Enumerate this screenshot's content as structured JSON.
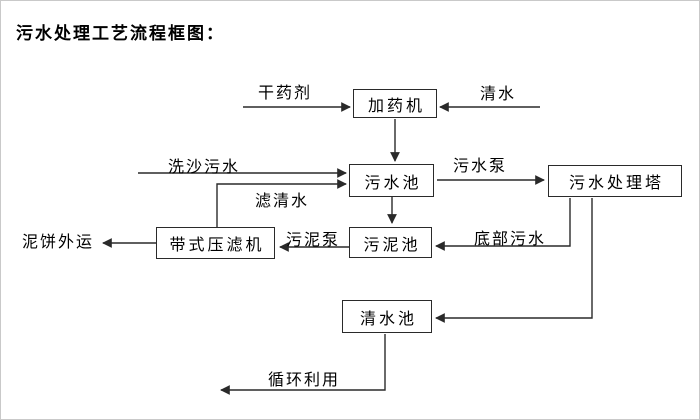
{
  "title": "污水处理工艺流程框图：",
  "colors": {
    "line": "#2a2a2a",
    "box_border": "#2a2a2a",
    "background": "#ffffff",
    "text": "#000000"
  },
  "diagram": {
    "type": "flowchart",
    "nodes": {
      "dosing_machine": "加药机",
      "sewage_pool": "污水池",
      "treatment_tower": "污水处理塔",
      "belt_filter_press": "带式压滤机",
      "sludge_pool": "污泥池",
      "clean_water_pool": "清水池"
    },
    "edge_labels": {
      "dry_agent": "干药剂",
      "clean_water": "清水",
      "sand_washing_sewage": "洗沙污水",
      "filtered_water": "滤清水",
      "sewage_pump": "污水泵",
      "bottom_sewage": "底部污水",
      "sludge_pump": "污泥泵",
      "mud_cake_out": "泥饼外运",
      "recycle_use": "循环利用"
    },
    "flows": [
      {
        "from": "干药剂",
        "to": "加药机"
      },
      {
        "from": "清水",
        "to": "加药机"
      },
      {
        "from": "加药机",
        "to": "污水池"
      },
      {
        "from": "洗沙污水",
        "to": "污水池"
      },
      {
        "from": "带式压滤机",
        "to": "污水池",
        "label": "滤清水"
      },
      {
        "from": "污水池",
        "to": "污水处理塔",
        "label": "污水泵"
      },
      {
        "from": "污水池",
        "to": "污泥池"
      },
      {
        "from": "污水处理塔",
        "to": "污泥池",
        "label": "底部污水"
      },
      {
        "from": "污泥池",
        "to": "带式压滤机",
        "label": "污泥泵"
      },
      {
        "from": "带式压滤机",
        "to": "泥饼外运"
      },
      {
        "from": "污水处理塔",
        "to": "清水池"
      },
      {
        "from": "清水池",
        "to": "循环利用"
      }
    ]
  }
}
